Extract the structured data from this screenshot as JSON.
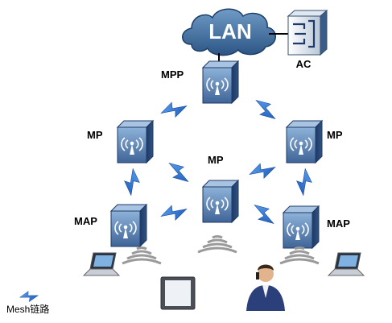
{
  "lan": {
    "label": "LAN"
  },
  "nodes": {
    "ac": "AC",
    "mpp": "MPP",
    "mp_left": "MP",
    "mp_right": "MP",
    "mp_center": "MP",
    "map_left": "MAP",
    "map_right": "MAP"
  },
  "legend": {
    "label": "Mesh链路",
    "icon": "lightning-bolt-icon"
  },
  "icons": {
    "access_point": "wireless-ap-icon",
    "controller": "ac-controller-icon",
    "network": "lan-cloud-icon",
    "mesh_link": "lightning-bolt-icon",
    "clients": [
      "laptop-icon",
      "tablet-icon",
      "person-phone-icon",
      "laptop-icon"
    ]
  },
  "colors": {
    "ap_dark": "#2f4f7f",
    "ap_light": "#7fa6cf",
    "cloud": "#3f6f9f",
    "bolt": "#2f6fcf",
    "wifi_wave": "#9a9a9a"
  }
}
